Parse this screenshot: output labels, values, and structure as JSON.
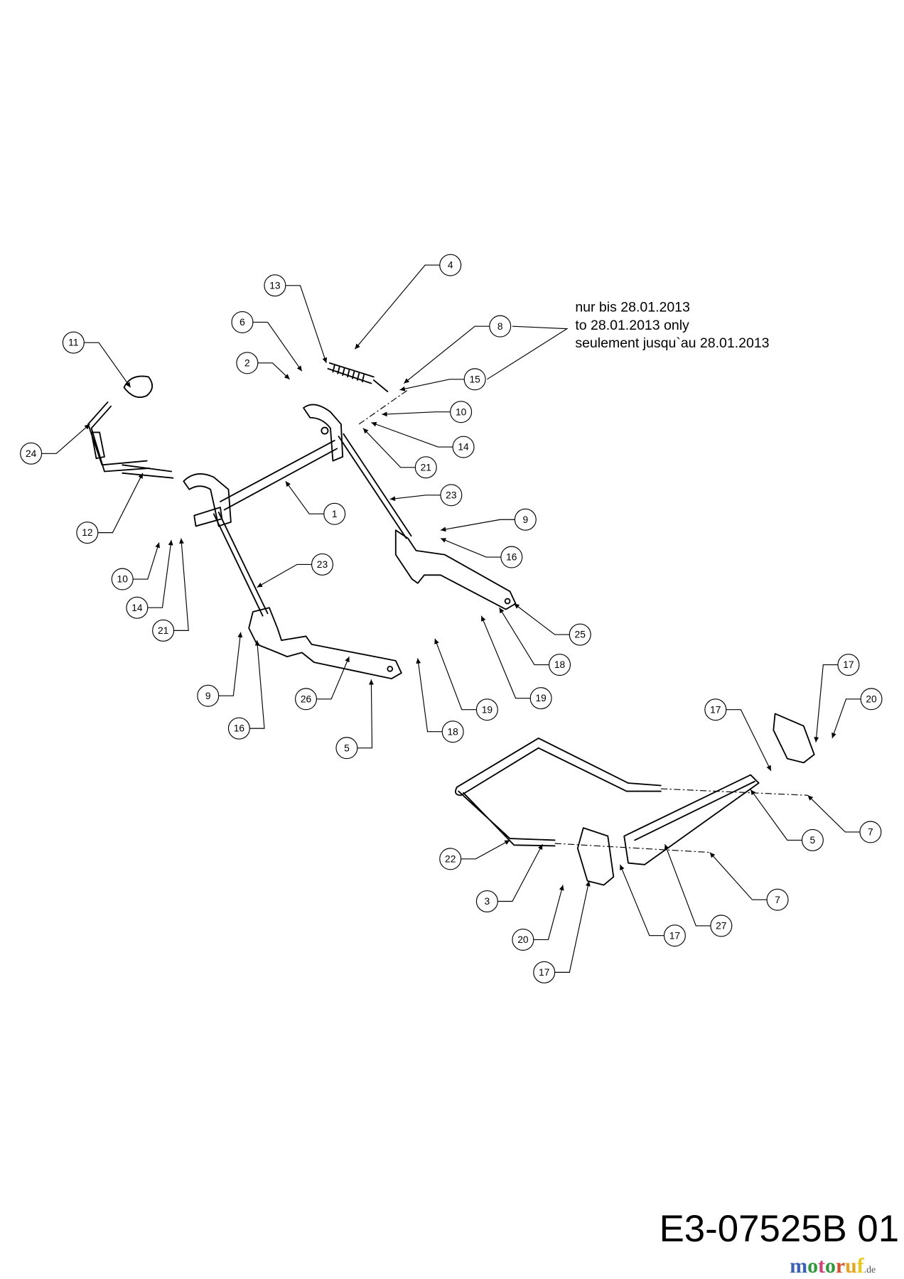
{
  "title": "Parts diagram E3-07525B 01",
  "note": [
    "nur bis 28.01.2013",
    "to 28.01.2013 only",
    "seulement jusqu`au 28.01.2013"
  ],
  "drawing_code": "E3-07525B 01",
  "watermark": "motoruf.de",
  "balloons": [
    "4",
    "13",
    "6",
    "2",
    "8",
    "15",
    "10",
    "14",
    "21",
    "11",
    "24",
    "12",
    "1",
    "23",
    "9",
    "16",
    "25",
    "18",
    "19",
    "10",
    "14",
    "21",
    "23",
    "9",
    "16",
    "26",
    "5",
    "18",
    "19",
    "17",
    "17",
    "20",
    "5",
    "7",
    "22",
    "3",
    "20",
    "17",
    "17",
    "27",
    "7"
  ]
}
